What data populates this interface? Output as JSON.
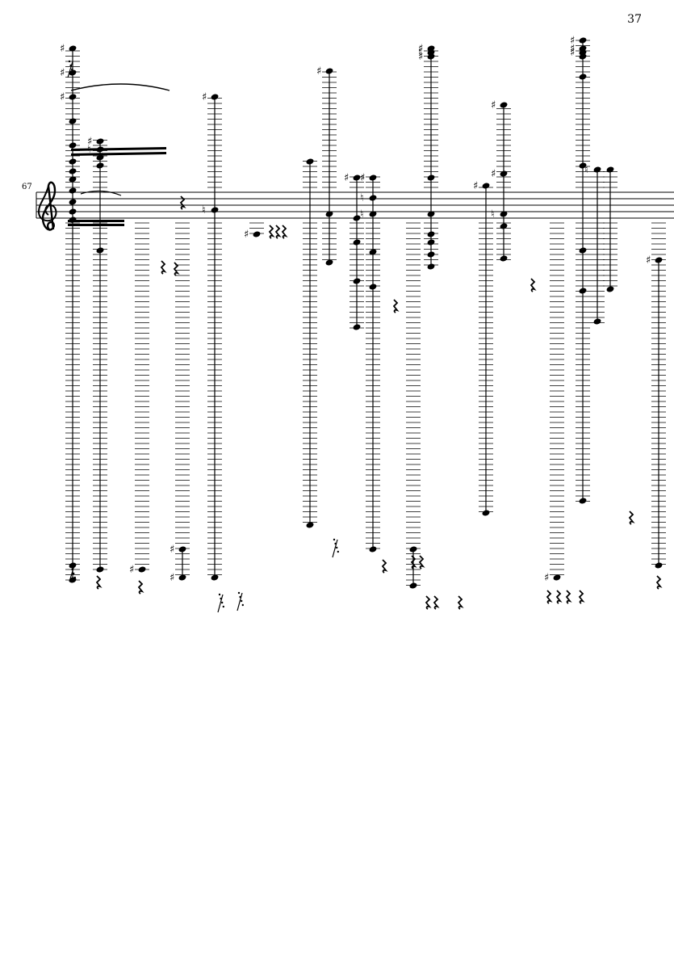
{
  "page": {
    "page_number": "37",
    "measure_number": "67"
  },
  "score": {
    "clef": "treble",
    "note_color": "#000000",
    "staff_color": "#000000",
    "columns": [
      {
        "name": "chord-group-1",
        "heads_up": [
          60,
          90,
          120,
          150,
          180,
          200,
          212,
          222,
          236,
          250,
          262,
          272
        ],
        "heads_down": [
          700,
          718
        ],
        "accidentals": [
          "sharp",
          "sharp",
          "sharp"
        ]
      },
      {
        "name": "beam-group",
        "heads_up": [
          175,
          185,
          195,
          205
        ],
        "heads_down": [
          310,
          705
        ],
        "accidentals": [
          "sharp",
          "natural"
        ]
      },
      {
        "name": "note-3",
        "heads_up": [],
        "heads_down": [
          705
        ],
        "accidentals": [
          "sharp"
        ]
      },
      {
        "name": "note-4",
        "heads_up": [],
        "heads_down": [
          680,
          715
        ],
        "accidentals": [
          "sharp",
          "sharp"
        ]
      },
      {
        "name": "note-5",
        "heads_up": [
          120
        ],
        "heads_down": [
          260,
          715
        ],
        "accidentals": [
          "sharp",
          "natural"
        ]
      },
      {
        "name": "note-6",
        "heads_up": [],
        "heads_down": [
          290
        ],
        "accidentals": [
          "sharp"
        ]
      },
      {
        "name": "note-7",
        "heads_up": [
          200
        ],
        "heads_down": [
          650
        ],
        "accidentals": []
      },
      {
        "name": "note-8",
        "heads_up": [
          88
        ],
        "heads_down": [
          265,
          325
        ],
        "accidentals": [
          "sharp"
        ]
      },
      {
        "name": "note-9",
        "heads_up": [
          220,
          270,
          300
        ],
        "heads_down": [
          348,
          405
        ],
        "accidentals": [
          "sharp"
        ]
      },
      {
        "name": "note-10",
        "heads_up": [
          220,
          245,
          265
        ],
        "heads_down": [
          312,
          355,
          680
        ],
        "accidentals": [
          "sharp",
          "natural",
          "natural"
        ]
      },
      {
        "name": "note-11",
        "heads_up": [],
        "heads_down": [
          680,
          725
        ],
        "accidentals": []
      },
      {
        "name": "note-12",
        "heads_up": [
          60,
          65,
          70,
          220,
          265
        ],
        "heads_down": [
          290,
          300,
          315,
          330
        ],
        "accidentals": [
          "sharp",
          "natural",
          "sharp"
        ]
      },
      {
        "name": "note-13",
        "heads_up": [
          230
        ],
        "heads_down": [
          635
        ],
        "accidentals": [
          "sharp"
        ]
      },
      {
        "name": "note-14",
        "heads_up": [
          130,
          215
        ],
        "heads_down": [
          265,
          280,
          320
        ],
        "accidentals": [
          "sharp",
          "sharp",
          "natural"
        ]
      },
      {
        "name": "note-15",
        "heads_up": [],
        "heads_down": [
          715
        ],
        "accidentals": [
          "sharp"
        ]
      },
      {
        "name": "note-16",
        "heads_up": [
          50,
          60,
          65,
          70,
          95,
          205
        ],
        "heads_down": [
          310,
          360,
          620
        ],
        "accidentals": [
          "sharp",
          "sharp",
          "sharp"
        ]
      },
      {
        "name": "note-17",
        "heads_up": [
          210
        ],
        "heads_down": [
          398
        ],
        "accidentals": [
          "natural"
        ]
      },
      {
        "name": "note-18",
        "heads_up": [
          210
        ],
        "heads_down": [
          358
        ],
        "accidentals": []
      },
      {
        "name": "note-19",
        "heads_up": [],
        "heads_down": [
          322,
          700
        ],
        "accidentals": [
          "sharp"
        ]
      }
    ]
  }
}
